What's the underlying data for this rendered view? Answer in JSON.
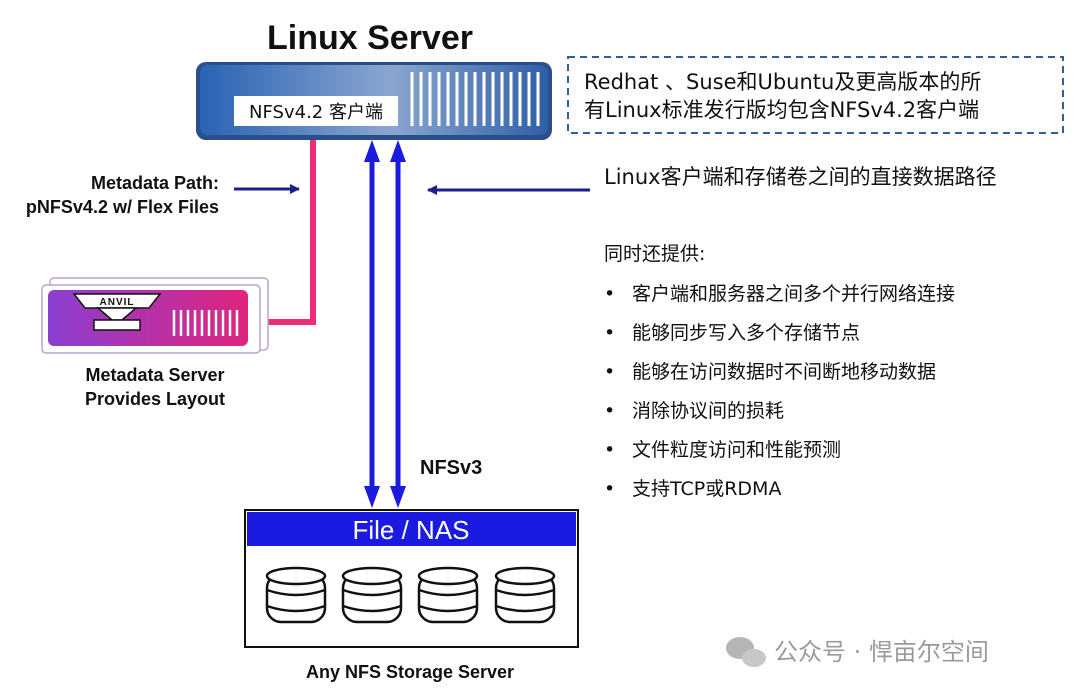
{
  "title": "Linux Server",
  "client_label": "NFSv4.2 客户端",
  "callout": {
    "line1": "Redhat 、Suse和Ubuntu及更高版本的所",
    "line2": "有Linux标准发行版均包含NFSv4.2客户端"
  },
  "metadata_path": {
    "line1": "Metadata Path:",
    "line2": "pNFSv4.2 w/ Flex Files"
  },
  "direct_path_text": "Linux客户端和存储卷之间的直接数据路径",
  "anvil_label": "ANVIL",
  "metadata_server": {
    "line1": "Metadata Server",
    "line2": "Provides Layout"
  },
  "protocol_label": "NFSv3",
  "features": {
    "heading": "同时还提供:",
    "items": [
      "客户端和服务器之间多个并行网络连接",
      "能够同步写入多个存储节点",
      "能够在访问数据时不间断地移动数据",
      "消除协议间的损耗",
      "文件粒度访问和性能预测",
      "支持TCP或RDMA"
    ]
  },
  "nas": {
    "header": "File / NAS",
    "caption": "Any NFS Storage Server"
  },
  "watermark": "公众号 · 悍亩尔空间",
  "colors": {
    "server_blue": "#2f5fa8",
    "arrow_navy": "#1e1e8c",
    "nfs_blue": "#1a1ae0",
    "metadata_pink": "#ee2d7a",
    "anvil_purple": "#8a3fd1",
    "callout_border": "#2e5ea8"
  }
}
